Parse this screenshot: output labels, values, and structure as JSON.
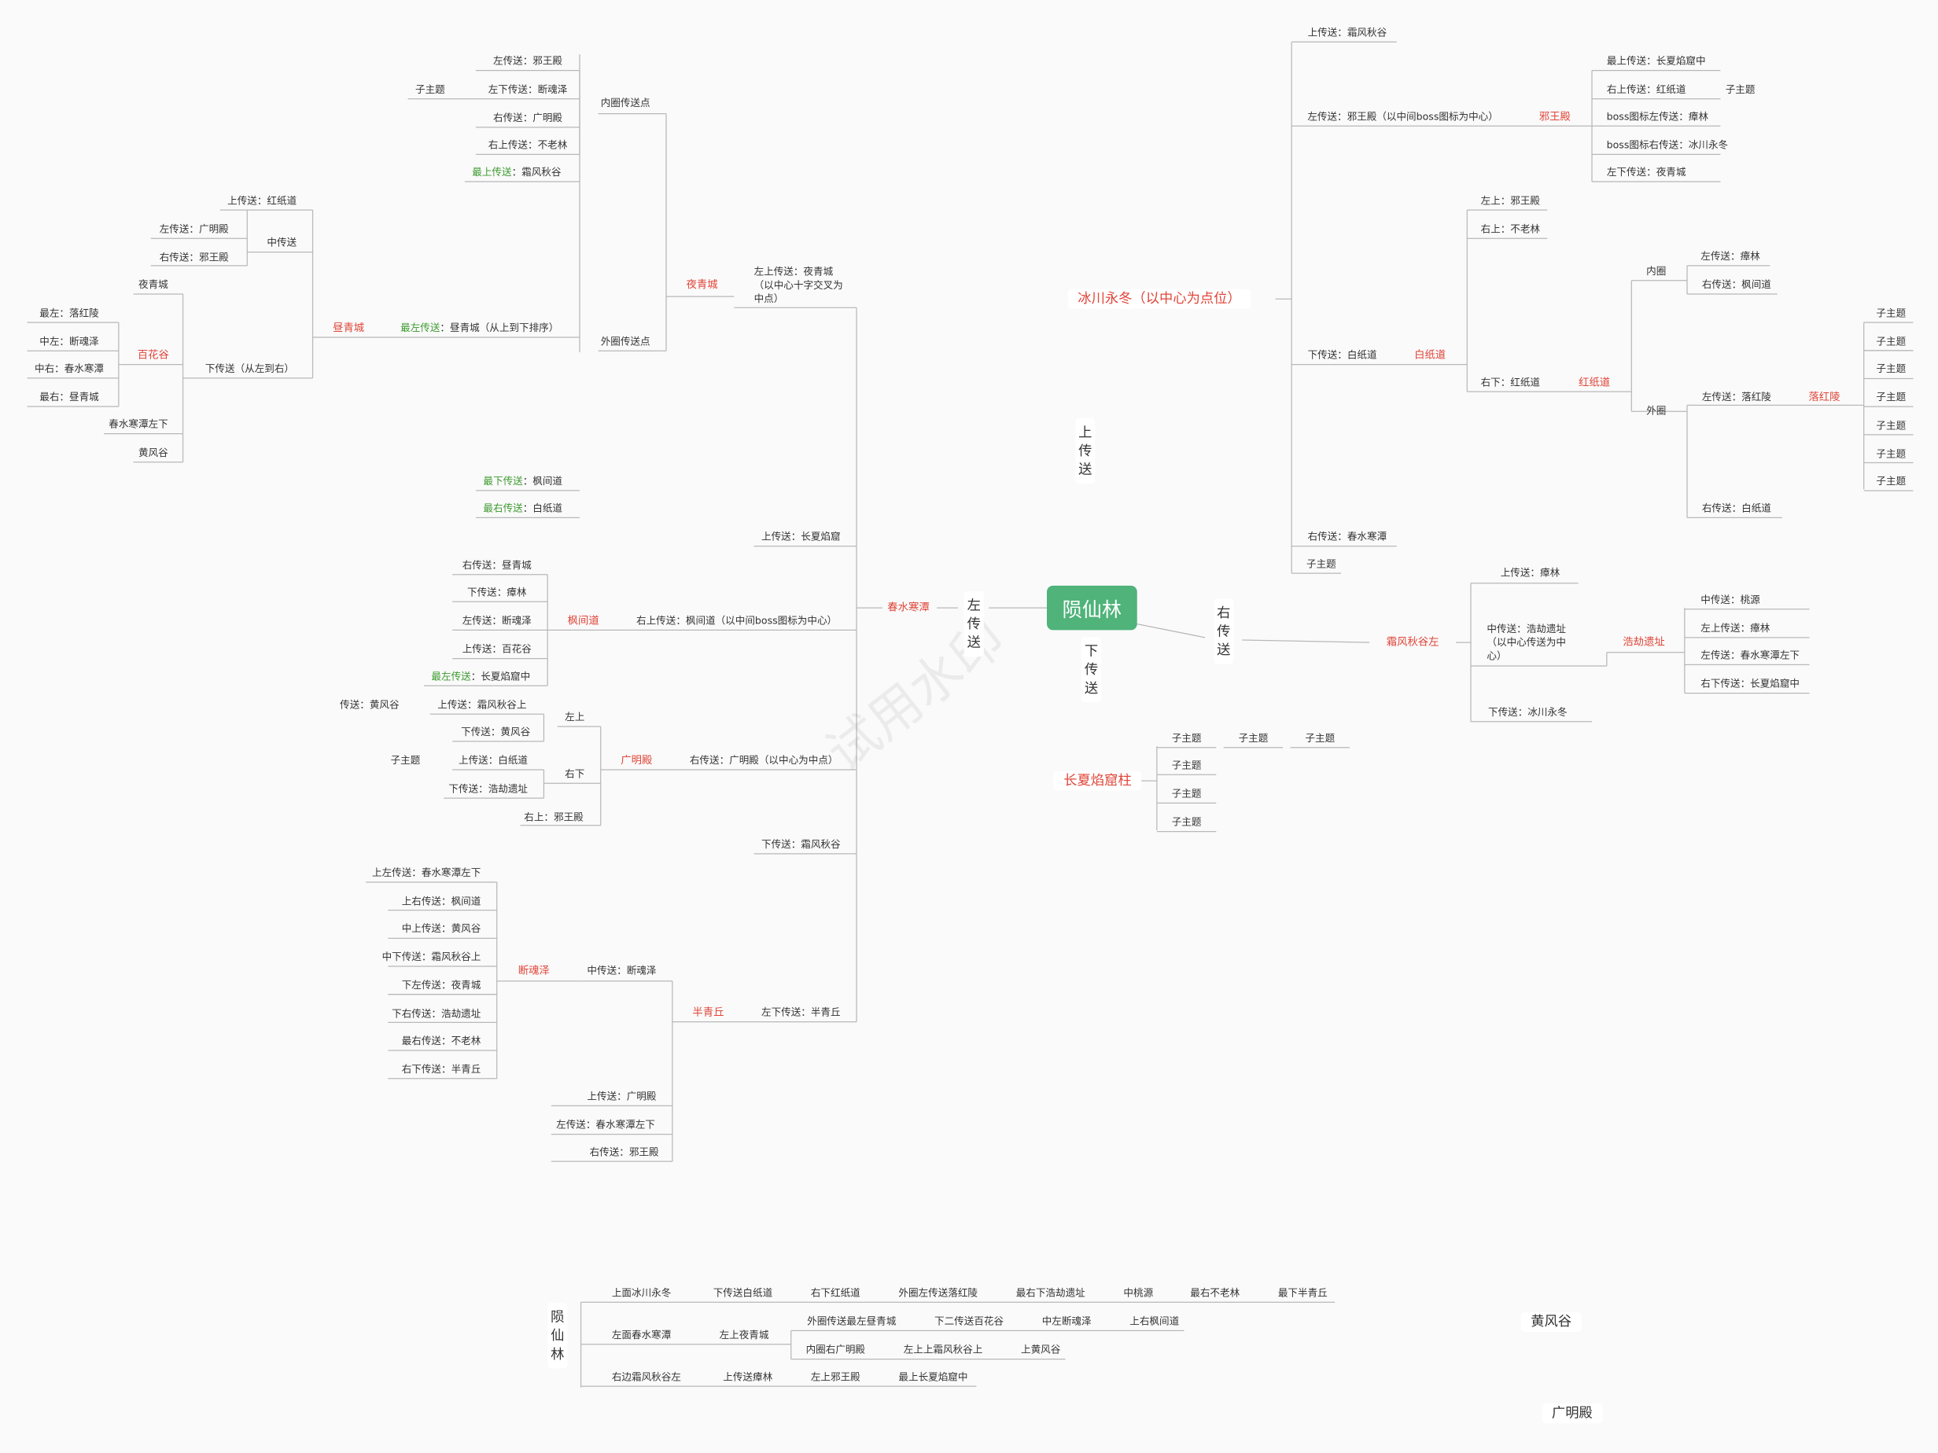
{
  "root": "陨仙林",
  "watermark": "试用水印",
  "branches": {
    "left": "左传送",
    "up": "上传送",
    "down": "下传送",
    "right": "右传送"
  },
  "left": {
    "chunshui": "春水寒潭",
    "top": {
      "label": "左上传送：夜青城（以中心十字交叉为中点）",
      "yeqing": "夜青城",
      "inner": {
        "label": "内圈传送点",
        "items": [
          "左传送：邪王殿",
          "左下传送：断魂泽",
          "右传送：广明殿",
          "右上传送：不老林"
        ],
        "sub": "子主题"
      },
      "outer": {
        "label": "外圈传送点",
        "top": "最上传送：霜风秋谷",
        "left": "最左传送：昼青城（从上到下排序）",
        "bottom": "最下传送：枫间道",
        "right": "最右传送：白纸道",
        "zhouqing": "昼青城",
        "mid": {
          "label": "中传送",
          "items": [
            "上传送：红纸道",
            "左传送：广明殿",
            "右传送：邪王殿"
          ]
        },
        "low": {
          "label": "下传送（从左到右）",
          "items": [
            "夜青城",
            "百花谷",
            "春水寒潭左下",
            "黄风谷"
          ],
          "baihua": [
            "最左：落红陵",
            "中左：断魂泽",
            "中右：春水寒潭",
            "最右：昼青城"
          ]
        }
      }
    },
    "up": "上传送：长夏焰窟",
    "fengjian": {
      "label": "右上传送：枫间道（以中间boss图标为中心）",
      "name": "枫间道",
      "items": [
        "右传送：昼青城",
        "下传送：瘴林",
        "左传送：断魂泽",
        "上传送：百花谷",
        "最左传送：长夏焰窟中"
      ]
    },
    "guangming": {
      "label": "右传送：广明殿（以中心为中点）",
      "name": "广明殿",
      "zuoshang": "左上",
      "zuoshang_items": [
        "传送：黄风谷",
        "上传送：霜风秋谷上",
        "下传送：黄风谷"
      ],
      "youxia": "右下",
      "youxia_items": [
        "子主题",
        "上传送：白纸道",
        "下传送：浩劫遗址"
      ],
      "youshang": "右上：邪王殿"
    },
    "down": "下传送：霜风秋谷",
    "banqing": {
      "label": "左下传送：半青丘",
      "name": "半青丘",
      "duanhun_parent": "中传送：断魂泽",
      "duanhun": "断魂泽",
      "duanhun_items": [
        "上左传送：春水寒潭左下",
        "上右传送：枫间道",
        "中上传送：黄风谷",
        "中下传送：霜风秋谷上",
        "下左传送：夜青城",
        "下右传送：浩劫遗址",
        "最右传送：不老林",
        "右下传送：半青丘"
      ],
      "rest": [
        "上传送：广明殿",
        "左传送：春水寒潭左下",
        "右传送：邪王殿"
      ]
    }
  },
  "right": {
    "bingchuan": "冰川永冬（以中心为点位）",
    "items": {
      "up": "上传送：霜风秋谷",
      "left": "左传送：邪王殿（以中间boss图标为中心）",
      "xiewang": "邪王殿",
      "xiewang_items": [
        "最上传送：长夏焰窟中",
        "右上传送：红纸道",
        "boss图标左传送：瘴林",
        "boss图标右传送：冰川永冬",
        "左下传送：夜青城"
      ],
      "xiewang_sub": "子主题",
      "down": "下传送：白纸道",
      "baizhi": "白纸道",
      "baizhi_items": [
        "左上：邪王殿",
        "右上：不老林",
        "右下：红纸道"
      ],
      "hongzhi": "红纸道",
      "inner": "内圈",
      "inner_items": [
        "左传送：瘴林",
        "右传送：枫间道"
      ],
      "outer": "外圈",
      "outer_items": [
        "左传送：落红陵",
        "右传送：白纸道"
      ],
      "luohong": "落红陵",
      "luohong_subs": [
        "子主题",
        "子主题",
        "子主题",
        "子主题",
        "子主题",
        "子主题",
        "子主题"
      ],
      "right": "右传送：春水寒潭",
      "sub": "子主题"
    },
    "shuangfeng": {
      "name": "霜风秋谷左",
      "items": [
        "上传送：瘴林",
        "中传送：浩劫遗址（以中心传送为中心）",
        "下传送：冰川永冬"
      ],
      "haojie": "浩劫遗址",
      "haojie_items": [
        "中传送：桃源",
        "左上传送：瘴林",
        "左传送：春水寒潭左下",
        "右下传送：长夏焰窟中"
      ]
    },
    "changxia": {
      "name": "长夏焰窟柱",
      "subs": [
        "子主题",
        "子主题",
        "子主题",
        "子主题",
        "子主题",
        "子主题"
      ]
    }
  },
  "bottom": {
    "root": "陨仙林",
    "rows": [
      [
        "上面冰川永冬",
        "下传送白纸道",
        "右下红纸道",
        "外圈左传送落红陵",
        "最右下浩劫遗址",
        "中桃源",
        "最右不老林",
        "最下半青丘"
      ],
      [
        "左面春水寒潭",
        "左上夜青城"
      ],
      [
        "外圈传送最左昼青城",
        "下二传送百花谷",
        "中左断魂泽",
        "上右枫间道"
      ],
      [
        "内圈右广明殿",
        "左上上霜风秋谷上",
        "上黄风谷"
      ],
      [
        "右边霜风秋谷左",
        "上传送瘴林",
        "左上邪王殿",
        "最上长夏焰窟中"
      ]
    ]
  },
  "floating": [
    "黄风谷",
    "广明殿"
  ]
}
